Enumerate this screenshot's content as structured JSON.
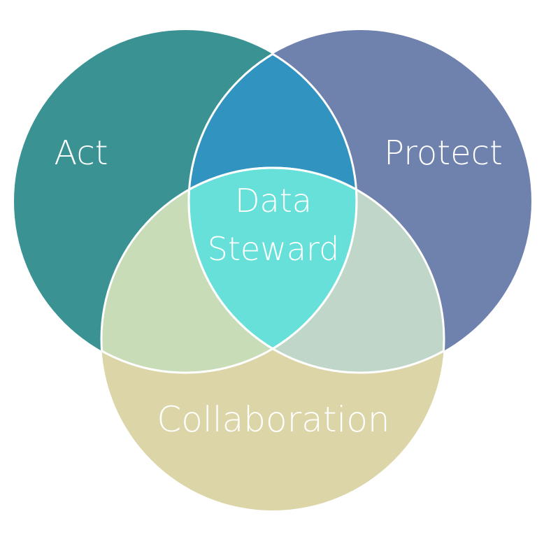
{
  "diagram": {
    "type": "venn",
    "sets": [
      {
        "id": "act",
        "label": "Act",
        "color": "#3A9293"
      },
      {
        "id": "protect",
        "label": "Protect",
        "color": "#6F81AD"
      },
      {
        "id": "collaboration",
        "label": "Collaboration",
        "color": "#DCD5A8"
      }
    ],
    "intersections": {
      "act_protect": {
        "color": "#3193BF"
      },
      "act_collaboration": {
        "color": "#C8DCB8"
      },
      "protect_collaboration": {
        "color": "#C0D6C8"
      },
      "center": {
        "label_line1": "Data",
        "label_line2": "Steward",
        "color": "#66E0D8"
      }
    },
    "stroke_color": "#FFFFFF"
  }
}
